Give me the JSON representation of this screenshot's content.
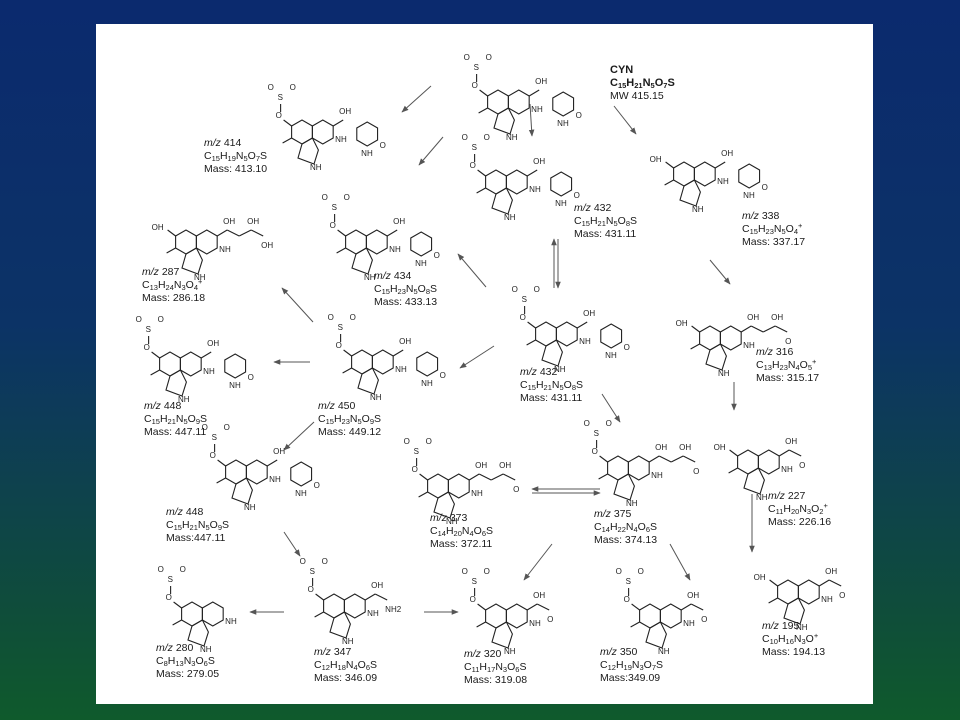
{
  "compounds": [
    {
      "id": "cyn",
      "title": "CYN",
      "mz": "",
      "formula": [
        [
          "C",
          "15"
        ],
        [
          "H",
          "21"
        ],
        [
          "N",
          "5"
        ],
        [
          "O",
          "7"
        ],
        [
          "S",
          ""
        ]
      ],
      "charge": "",
      "mass": "MW 415.15",
      "mol": {
        "sulfate": true,
        "oh": false,
        "side": "ohUracil"
      }
    },
    {
      "id": "c414",
      "mz": "414",
      "formula": [
        [
          "C",
          "15"
        ],
        [
          "H",
          "19"
        ],
        [
          "N",
          "5"
        ],
        [
          "O",
          "7"
        ],
        [
          "S",
          ""
        ]
      ],
      "charge": "",
      "mass": "Mass: 413.10",
      "mol": {
        "sulfate": true,
        "side": "ketoUracil"
      }
    },
    {
      "id": "c432a",
      "mz": "432",
      "formula": [
        [
          "C",
          "15"
        ],
        [
          "H",
          "21"
        ],
        [
          "N",
          "5"
        ],
        [
          "O",
          "8"
        ],
        [
          "S",
          ""
        ]
      ],
      "charge": "",
      "mass": "Mass: 431.11",
      "mol": {
        "sulfate": true,
        "side": "ohUracilOH"
      }
    },
    {
      "id": "c338",
      "mz": "338",
      "formula": [
        [
          "C",
          "15"
        ],
        [
          "H",
          "23"
        ],
        [
          "N",
          "5"
        ],
        [
          "O",
          "4"
        ],
        [
          "",
          ""
        ]
      ],
      "charge": "+",
      "mass": "Mass: 337.17",
      "mol": {
        "sulfate": false,
        "side": "ohUracil"
      }
    },
    {
      "id": "c287",
      "mz": "287",
      "formula": [
        [
          "C",
          "13"
        ],
        [
          "H",
          "24"
        ],
        [
          "N",
          "3"
        ],
        [
          "O",
          "4"
        ],
        [
          "",
          ""
        ]
      ],
      "charge": "+",
      "mass": "Mass: 286.18",
      "mol": {
        "sulfate": false,
        "side": "polyol"
      }
    },
    {
      "id": "c434",
      "mz": "434",
      "formula": [
        [
          "C",
          "15"
        ],
        [
          "H",
          "23"
        ],
        [
          "N",
          "5"
        ],
        [
          "O",
          "8"
        ],
        [
          "S",
          ""
        ]
      ],
      "charge": "",
      "mass": "Mass: 433.13",
      "mol": {
        "sulfate": true,
        "side": "dihydroUracil"
      }
    },
    {
      "id": "c432b",
      "mz": "432",
      "formula": [
        [
          "C",
          "15"
        ],
        [
          "H",
          "21"
        ],
        [
          "N",
          "5"
        ],
        [
          "O",
          "8"
        ],
        [
          "S",
          ""
        ]
      ],
      "charge": "",
      "mass": "Mass: 431.11",
      "mol": {
        "sulfate": true,
        "side": "trioxo"
      }
    },
    {
      "id": "c316",
      "mz": "316",
      "formula": [
        [
          "C",
          "13"
        ],
        [
          "H",
          "23"
        ],
        [
          "N",
          "4"
        ],
        [
          "O",
          "5"
        ],
        [
          "",
          ""
        ]
      ],
      "charge": "+",
      "mass": "Mass: 315.17",
      "mol": {
        "sulfate": false,
        "side": "aminoAcid"
      }
    },
    {
      "id": "c448a",
      "mz": "448",
      "formula": [
        [
          "C",
          "15"
        ],
        [
          "H",
          "21"
        ],
        [
          "N",
          "5"
        ],
        [
          "O",
          "9"
        ],
        [
          "S",
          ""
        ]
      ],
      "charge": "",
      "mass": "Mass: 447.11",
      "mol": {
        "sulfate": true,
        "side": "hydroxyTrioxo"
      }
    },
    {
      "id": "c450",
      "mz": "450",
      "formula": [
        [
          "C",
          "15"
        ],
        [
          "H",
          "23"
        ],
        [
          "N",
          "5"
        ],
        [
          "O",
          "9"
        ],
        [
          "S",
          ""
        ]
      ],
      "charge": "",
      "mass": "Mass: 449.12",
      "mol": {
        "sulfate": true,
        "side": "hydroxyTrioxo"
      }
    },
    {
      "id": "c448b",
      "mz": "448",
      "formula": [
        [
          "C",
          "15"
        ],
        [
          "H",
          "21"
        ],
        [
          "N",
          "5"
        ],
        [
          "O",
          "9"
        ],
        [
          "S",
          ""
        ]
      ],
      "charge": "",
      "mass": "Mass:447.11",
      "mol": {
        "sulfate": true,
        "side": "ketoHydroxy"
      }
    },
    {
      "id": "c373",
      "mz": "373",
      "formula": [
        [
          "C",
          "14"
        ],
        [
          "H",
          "20"
        ],
        [
          "N",
          "4"
        ],
        [
          "O",
          "6"
        ],
        [
          "S",
          ""
        ]
      ],
      "charge": "",
      "mass": "Mass: 372.11",
      "mol": {
        "sulfate": true,
        "side": "enalAmine"
      }
    },
    {
      "id": "c375",
      "mz": "375",
      "formula": [
        [
          "C",
          "14"
        ],
        [
          "H",
          "22"
        ],
        [
          "N",
          "4"
        ],
        [
          "O",
          "6"
        ],
        [
          "S",
          ""
        ]
      ],
      "charge": "",
      "mass": "Mass: 374.13",
      "mol": {
        "sulfate": true,
        "side": "enalAmineOH"
      }
    },
    {
      "id": "c227",
      "mz": "227",
      "formula": [
        [
          "C",
          "11"
        ],
        [
          "H",
          "20"
        ],
        [
          "N",
          "3"
        ],
        [
          "O",
          "2"
        ],
        [
          "",
          ""
        ]
      ],
      "charge": "+",
      "mass": "Mass: 226.16",
      "mol": {
        "sulfate": false,
        "side": "diol"
      }
    },
    {
      "id": "c280",
      "mz": "280",
      "formula": [
        [
          "C",
          "8"
        ],
        [
          "H",
          "13"
        ],
        [
          "N",
          "3"
        ],
        [
          "O",
          "6"
        ],
        [
          "S",
          ""
        ]
      ],
      "charge": "",
      "mass": "Mass: 279.05",
      "mol": {
        "sulfate": true,
        "side": "small"
      }
    },
    {
      "id": "c347",
      "mz": "347",
      "formula": [
        [
          "C",
          "12"
        ],
        [
          "H",
          "18"
        ],
        [
          "N",
          "4"
        ],
        [
          "O",
          "6"
        ],
        [
          "S",
          ""
        ]
      ],
      "charge": "",
      "mass": "Mass: 346.09",
      "mol": {
        "sulfate": true,
        "side": "ketoAmide"
      }
    },
    {
      "id": "c320",
      "mz": "320",
      "formula": [
        [
          "C",
          "11"
        ],
        [
          "H",
          "17"
        ],
        [
          "N",
          "3"
        ],
        [
          "O",
          "6"
        ],
        [
          "S",
          ""
        ]
      ],
      "charge": "",
      "mass": "Mass: 319.08",
      "mol": {
        "sulfate": true,
        "side": "acid"
      }
    },
    {
      "id": "c350",
      "mz": "350",
      "formula": [
        [
          "C",
          "12"
        ],
        [
          "H",
          "19"
        ],
        [
          "N",
          "3"
        ],
        [
          "O",
          "7"
        ],
        [
          "S",
          ""
        ]
      ],
      "charge": "",
      "mass": "Mass:349.09",
      "mol": {
        "sulfate": true,
        "side": "hydroxyAcid"
      }
    },
    {
      "id": "c195",
      "mz": "195",
      "formula": [
        [
          "C",
          "10"
        ],
        [
          "H",
          "16"
        ],
        [
          "N",
          "3"
        ],
        [
          "O",
          ""
        ],
        [
          "",
          ""
        ]
      ],
      "charge": "+",
      "mass": "Mass: 194.13",
      "mol": {
        "sulfate": false,
        "side": "imine"
      }
    }
  ],
  "mz_prefix": "m/z",
  "atoms": {
    "oh": "OH",
    "o": "O",
    "s": "S",
    "nh": "NH",
    "n": "N",
    "nh2": "NH2",
    "h": "H"
  }
}
